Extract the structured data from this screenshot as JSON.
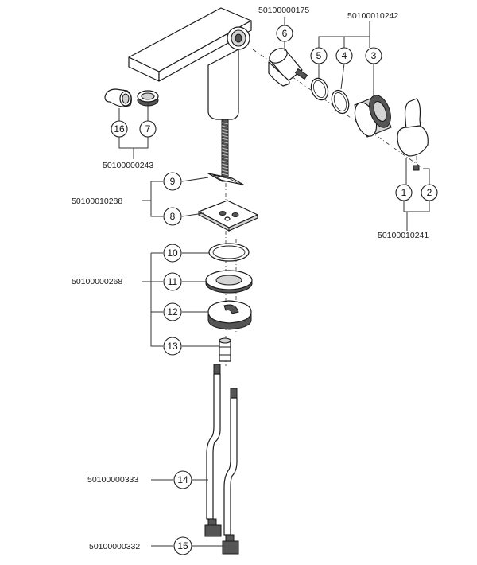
{
  "part_numbers": {
    "spout": "50100000175",
    "seals": "50100010242",
    "aerator": "50100000243",
    "flange": "50100010288",
    "handle": "50100010241",
    "mounting": "50100000268",
    "hose_a": "50100000333",
    "hose_b": "50100000332"
  },
  "callouts": {
    "c1": "1",
    "c2": "2",
    "c3": "3",
    "c4": "4",
    "c5": "5",
    "c6": "6",
    "c7": "7",
    "c8": "8",
    "c9": "9",
    "c10": "10",
    "c11": "11",
    "c12": "12",
    "c13": "13",
    "c14": "14",
    "c15": "15",
    "c16": "16"
  }
}
